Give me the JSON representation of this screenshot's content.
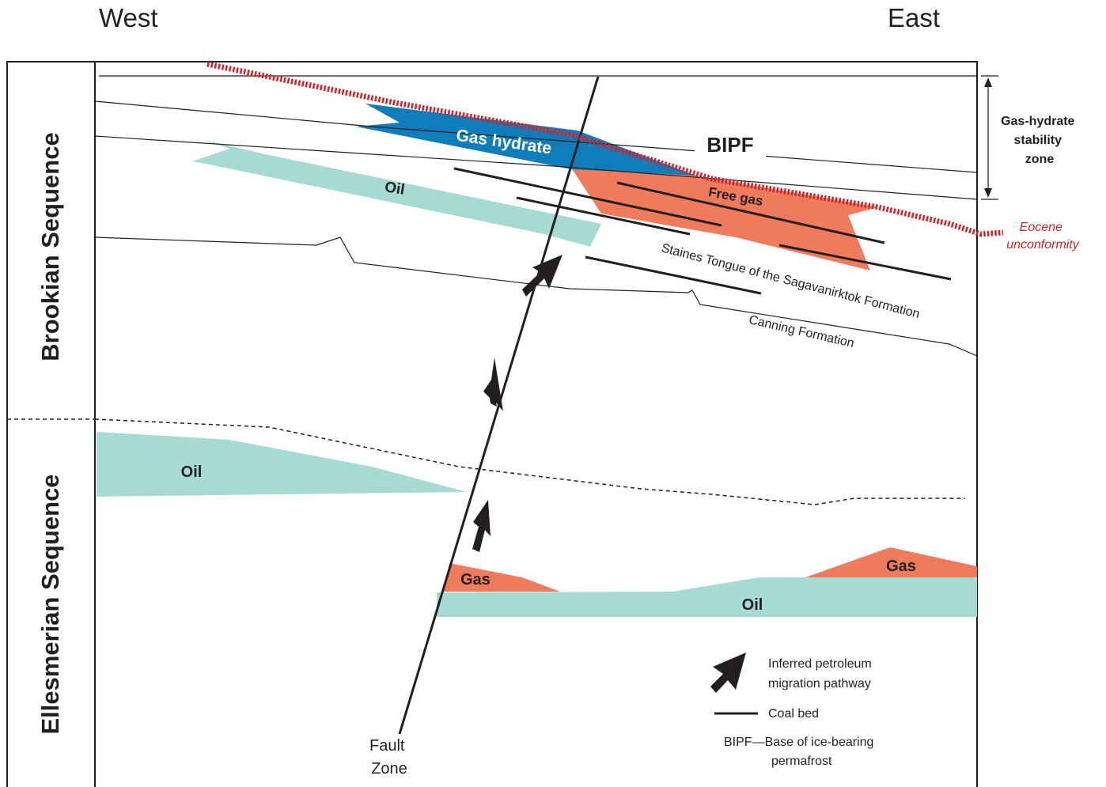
{
  "directions": {
    "left": "West",
    "right": "East"
  },
  "sequences": {
    "upper": "Brookian Sequence",
    "lower": "Ellesmerian Sequence"
  },
  "bodies": {
    "gas_hydrate": "Gas hydrate",
    "free_gas": "Free gas",
    "oil_upper": "Oil",
    "oil_mid": "Oil",
    "oil_lower": "Oil",
    "gas_left": "Gas",
    "gas_right": "Gas"
  },
  "labels": {
    "bipf": "BIPF",
    "stability_zone": [
      "Gas-hydrate",
      "stability",
      "zone"
    ],
    "eocene": [
      "Eocene",
      "unconformity"
    ],
    "staines": "Staines Tongue of the Sagavanirktok Formation",
    "canning": "Canning Formation",
    "fault_zone": [
      "Fault",
      "Zone"
    ]
  },
  "legend": {
    "migration": [
      "Inferred petroleum",
      "migration pathway"
    ],
    "coal_bed": "Coal bed",
    "bipf_def": [
      "BIPF—Base of ice-bearing",
      "permafrost"
    ]
  },
  "colors": {
    "oil": "#a5dbd2",
    "gas": "#ef7b5c",
    "gas_hydrate": "#0f7dba",
    "unconformity": "#d2232a",
    "line": "#231f20"
  }
}
